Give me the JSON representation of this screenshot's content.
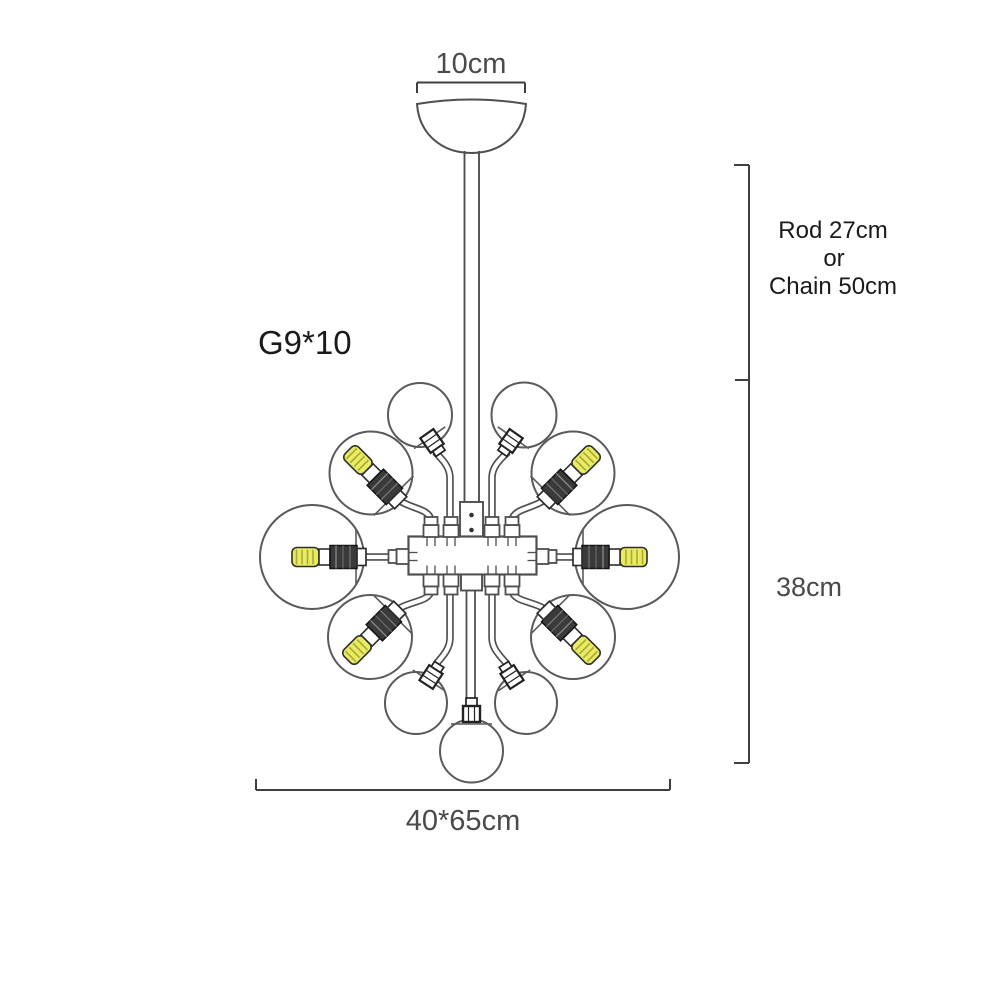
{
  "diagram": {
    "name": "chandelier-dimension-drawing",
    "labels": {
      "canopy_width": "10cm",
      "bulb_spec": "G9*10",
      "suspension_line1": "Rod 27cm",
      "suspension_line2": "or",
      "suspension_line3": "Chain 50cm",
      "fixture_height": "38cm",
      "fixture_size": "40*65cm"
    },
    "colors": {
      "outline": "#4f4f4f",
      "globe_outline": "#5a5a5a",
      "dimension_line": "#3f3f3f",
      "text_black": "#1a1a1a",
      "text_gray": "#4a4a4a",
      "bulb_yellow": "#e9eb60",
      "bulb_stripe": "#a8a83d",
      "socket_dark": "#3a3a3a",
      "background": "#ffffff"
    },
    "parts": {
      "globe_count": 11,
      "bulb_assembly_count": 6,
      "hub_connector_count": 10
    }
  }
}
